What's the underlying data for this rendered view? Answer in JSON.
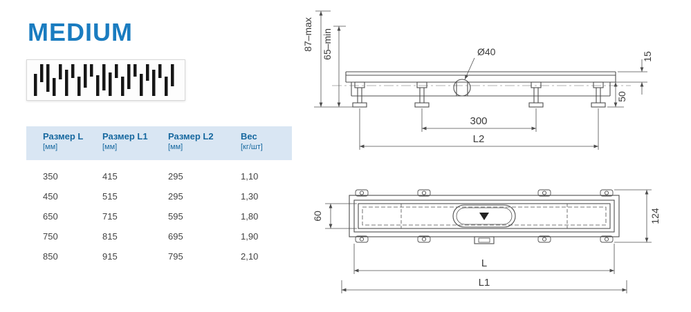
{
  "title": "MEDIUM",
  "colors": {
    "accent_blue": "#1a7cc0",
    "table_header_bg": "#d9e6f3",
    "table_header_text": "#16689f",
    "drawing_stroke": "#4d4d4d"
  },
  "table": {
    "headers": [
      {
        "label": "Размер L",
        "unit": "[мм]"
      },
      {
        "label": "Размер L1",
        "unit": "[мм]"
      },
      {
        "label": "Размер L2",
        "unit": "[мм]"
      },
      {
        "label": "Вес",
        "unit": "[кг/шт]"
      }
    ],
    "rows": [
      [
        "350",
        "415",
        "295",
        "1,10"
      ],
      [
        "450",
        "515",
        "295",
        "1,30"
      ],
      [
        "650",
        "715",
        "595",
        "1,80"
      ],
      [
        "750",
        "815",
        "695",
        "1,90"
      ],
      [
        "850",
        "915",
        "795",
        "2,10"
      ]
    ]
  },
  "drawings": {
    "side_view": {
      "height_max": "87–max",
      "height_min": "65–min",
      "outlet_diameter": "Ø40",
      "edge_height": "15",
      "foot_height": "50",
      "feet_spacing": "300",
      "length_l2": "L2"
    },
    "top_view": {
      "channel_width": "60",
      "body_width": "124",
      "length_l": "L",
      "length_l1": "L1"
    }
  }
}
